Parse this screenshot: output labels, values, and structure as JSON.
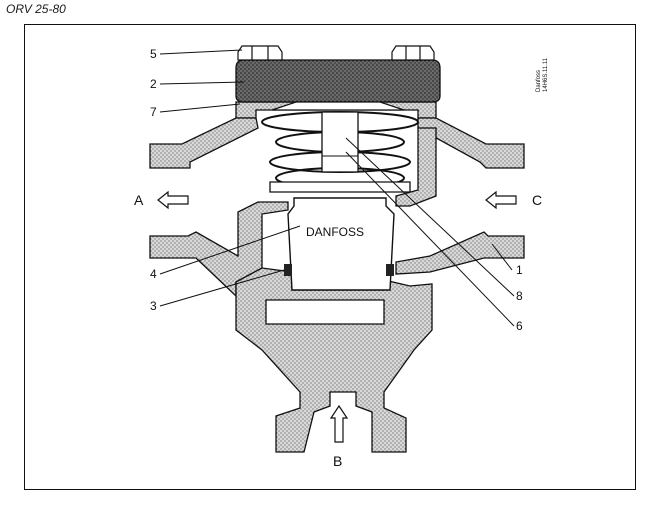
{
  "title": "ORV 25-80",
  "brand_mark": "DANFOSS",
  "reference": [
    "Danfoss",
    "14H6S.11.11"
  ],
  "ports": {
    "left": "A",
    "right": "C",
    "bottom": "B"
  },
  "callouts": {
    "c1": "1",
    "c2": "2",
    "c3": "3",
    "c4": "4",
    "c5": "5",
    "c6": "6",
    "c7": "7",
    "c8": "8"
  },
  "colors": {
    "stipple": "#c9c9c9",
    "bonnet": "#6a6a6a",
    "line": "#111111",
    "housing_fill": "#f6f6f6"
  },
  "icons": [
    "arrow-left-icon",
    "arrow-left-icon",
    "arrow-up-icon"
  ]
}
